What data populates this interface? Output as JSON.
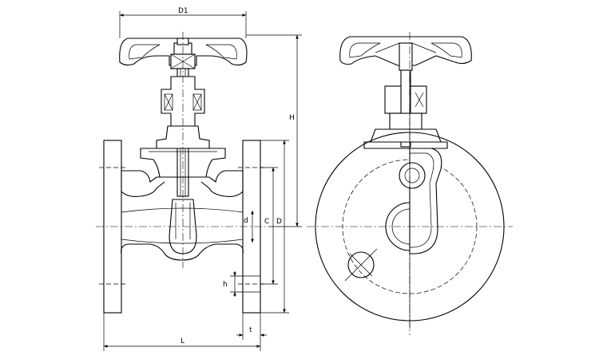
{
  "drawing": {
    "dimension_labels": {
      "D1": "D1",
      "H": "H",
      "d": "d",
      "C": "C",
      "D": "D",
      "h": "h",
      "t": "t",
      "L": "L"
    }
  }
}
